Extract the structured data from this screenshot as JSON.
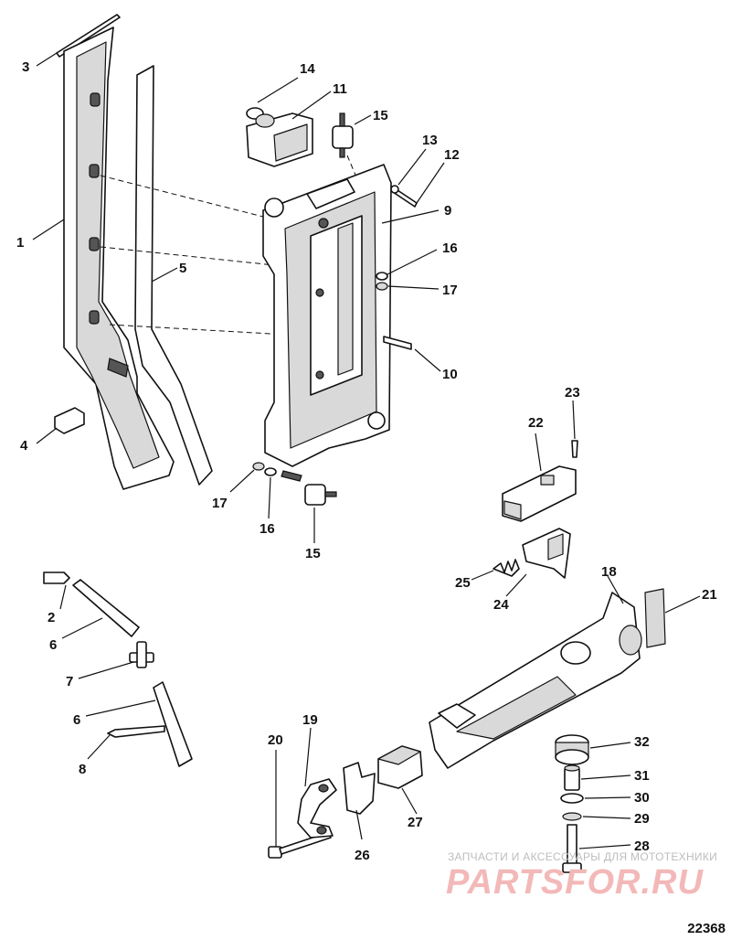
{
  "callouts": {
    "c1": "1",
    "c2": "2",
    "c3": "3",
    "c4": "4",
    "c5": "5",
    "c6a": "6",
    "c6b": "6",
    "c7": "7",
    "c8": "8",
    "c9": "9",
    "c10": "10",
    "c11": "11",
    "c12": "12",
    "c13": "13",
    "c14": "14",
    "c15a": "15",
    "c15b": "15",
    "c16a": "16",
    "c16b": "16",
    "c17a": "17",
    "c17b": "17",
    "c18": "18",
    "c19": "19",
    "c20": "20",
    "c21": "21",
    "c22": "22",
    "c23": "23",
    "c24": "24",
    "c25": "25",
    "c26": "26",
    "c27": "27",
    "c28": "28",
    "c29": "29",
    "c30": "30",
    "c31": "31",
    "c32": "32"
  },
  "watermark": {
    "line1": "ЗАПЧАСТИ И АКСЕССУАРЫ ДЛЯ МОТОТЕХНИКИ",
    "line2": "PARTSFOR.RU",
    "color": "#f3b8b8"
  },
  "figure_id": "22368"
}
